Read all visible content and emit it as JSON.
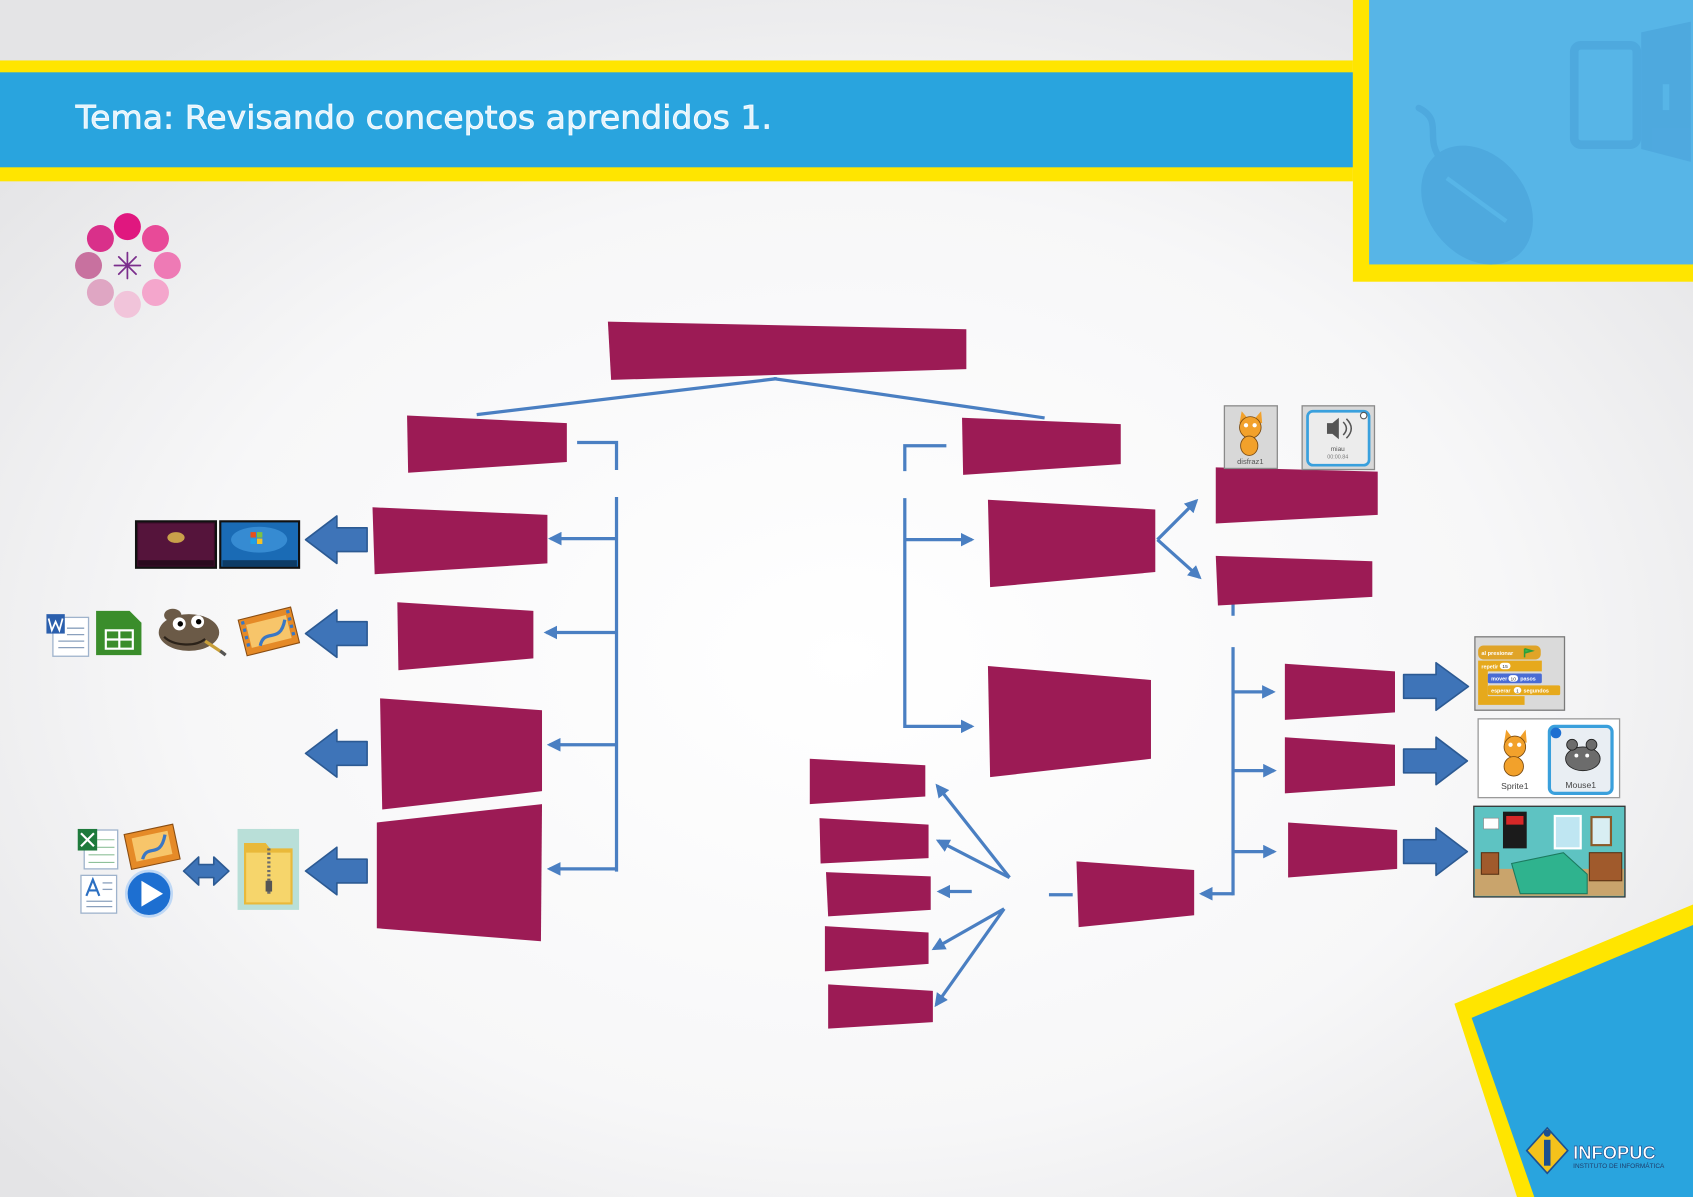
{
  "slide": {
    "title": "Tema: Revisando conceptos aprendidos 1."
  },
  "logo": {
    "name": "INFOPUC",
    "subtitle": "INSTITUTO DE INFORMÁTICA"
  },
  "scratch_costume": {
    "label": "disfraz1"
  },
  "scratch_sound": {
    "name": "miau",
    "duration": "00:00.84"
  },
  "scratch_script": {
    "hat": "al presionar",
    "repeat": {
      "label": "repetir",
      "value": "15"
    },
    "move": {
      "label": "mover",
      "value": "10",
      "unit": "pasos"
    },
    "wait": {
      "label": "esperar",
      "value": "1",
      "unit": "segundos"
    }
  },
  "scratch_sprites": [
    "Sprite1",
    "Mouse1"
  ],
  "icons": {
    "decoration": "pink-flower-icon",
    "watermark": [
      "mouse-icon",
      "door-icon"
    ],
    "os_desktops": [
      "ubuntu-desktop-icon",
      "windows-desktop-icon"
    ],
    "applications": [
      "word-icon",
      "calc-spreadsheet-icon",
      "gimp-icon",
      "movie-maker-icon"
    ],
    "files": [
      "excel-icon",
      "movie-maker-icon",
      "text-document-icon",
      "media-player-icon",
      "zip-folder-icon"
    ],
    "scratch": [
      "scratch-costume-icon",
      "scratch-sound-icon",
      "scratch-script-icon",
      "scratch-sprites-icon",
      "scratch-backdrop-icon"
    ]
  },
  "colors": {
    "banner_blue": "#29a4de",
    "banner_yellow": "#ffe500",
    "panel_blue": "#57b5e7",
    "concept_box": "#9c1b55",
    "connector": "#4a7fc2",
    "block_arrow": "#3e74b8"
  }
}
